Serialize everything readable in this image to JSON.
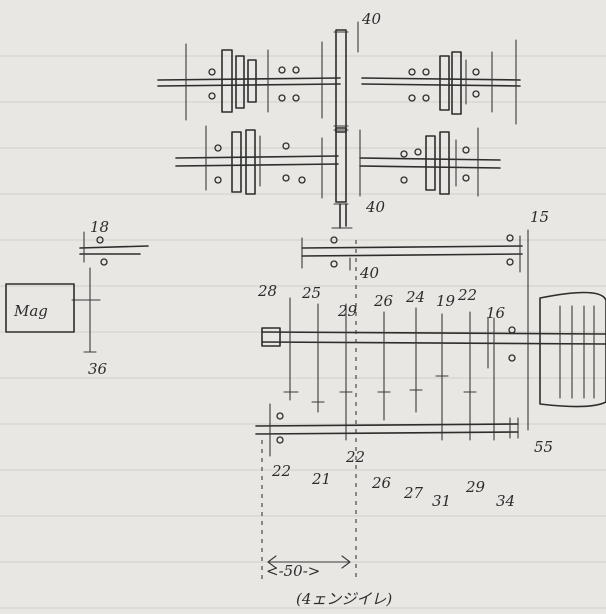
{
  "labels": {
    "top_40": "40",
    "mid_40": "40",
    "low_40": "40",
    "top_right_15": "15",
    "left_18": "18",
    "left_36": "36",
    "motor_label": "Mag",
    "upper_28": "28",
    "upper_25": "25",
    "upper_29": "29",
    "upper_26": "26",
    "upper_24": "24",
    "upper_19": "19",
    "upper_22": "22",
    "upper_16": "16",
    "lower_22a": "22",
    "lower_21": "21",
    "lower_22b": "22",
    "lower_26": "26",
    "lower_27": "27",
    "lower_31": "31",
    "lower_29": "29",
    "lower_34": "34",
    "right_55": "55",
    "dim_50": "<-50->",
    "footer_note": "(4ェンジイレ)"
  }
}
